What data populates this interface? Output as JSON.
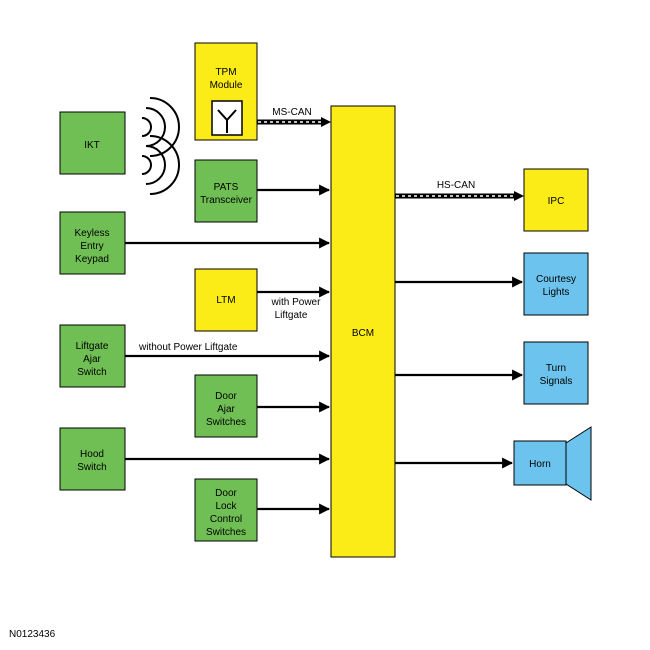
{
  "modules": {
    "ikt": "IKT",
    "keyless": [
      "Keyless",
      "Entry",
      "Keypad"
    ],
    "liftgate": [
      "Liftgate",
      "Ajar",
      "Switch"
    ],
    "hood": [
      "Hood",
      "Switch"
    ],
    "tpm": [
      "TPM",
      "Module"
    ],
    "pats": [
      "PATS",
      "Transceiver"
    ],
    "ltm": "LTM",
    "door_ajar": [
      "Door",
      "Ajar",
      "Switches"
    ],
    "door_lock": [
      "Door",
      "Lock",
      "Control",
      "Switches"
    ],
    "bcm": "BCM",
    "ipc": "IPC",
    "courtesy": [
      "Courtesy",
      "Lights"
    ],
    "turn": [
      "Turn",
      "Signals"
    ],
    "horn": "Horn"
  },
  "connections": {
    "ms_can": "MS-CAN",
    "hs_can": "HS-CAN",
    "with_power": [
      "with Power",
      "Liftgate"
    ],
    "without_power": "without Power Liftgate"
  },
  "figure_id": "N0123436",
  "colors": {
    "input_module": "#70bf54",
    "controller": "#fbec18",
    "output": "#6cc4ee"
  }
}
